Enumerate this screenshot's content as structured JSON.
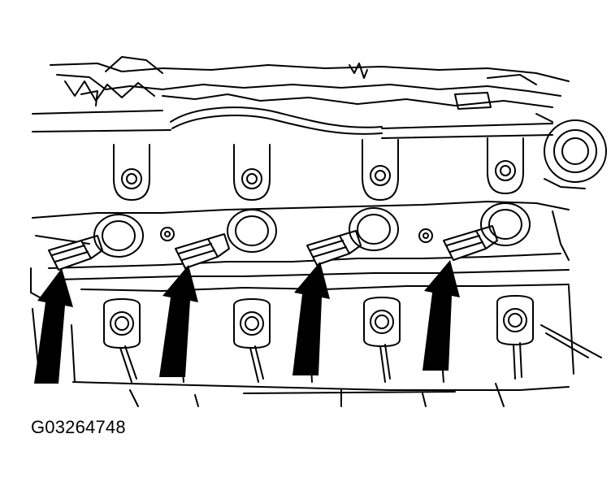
{
  "figure": {
    "code": "G03264748",
    "ink_color": "#000000",
    "paper_color": "#ffffff",
    "bracket_count": 4,
    "lower_bolt_count": 4,
    "injector_count": 4,
    "arrow_count": 4
  }
}
